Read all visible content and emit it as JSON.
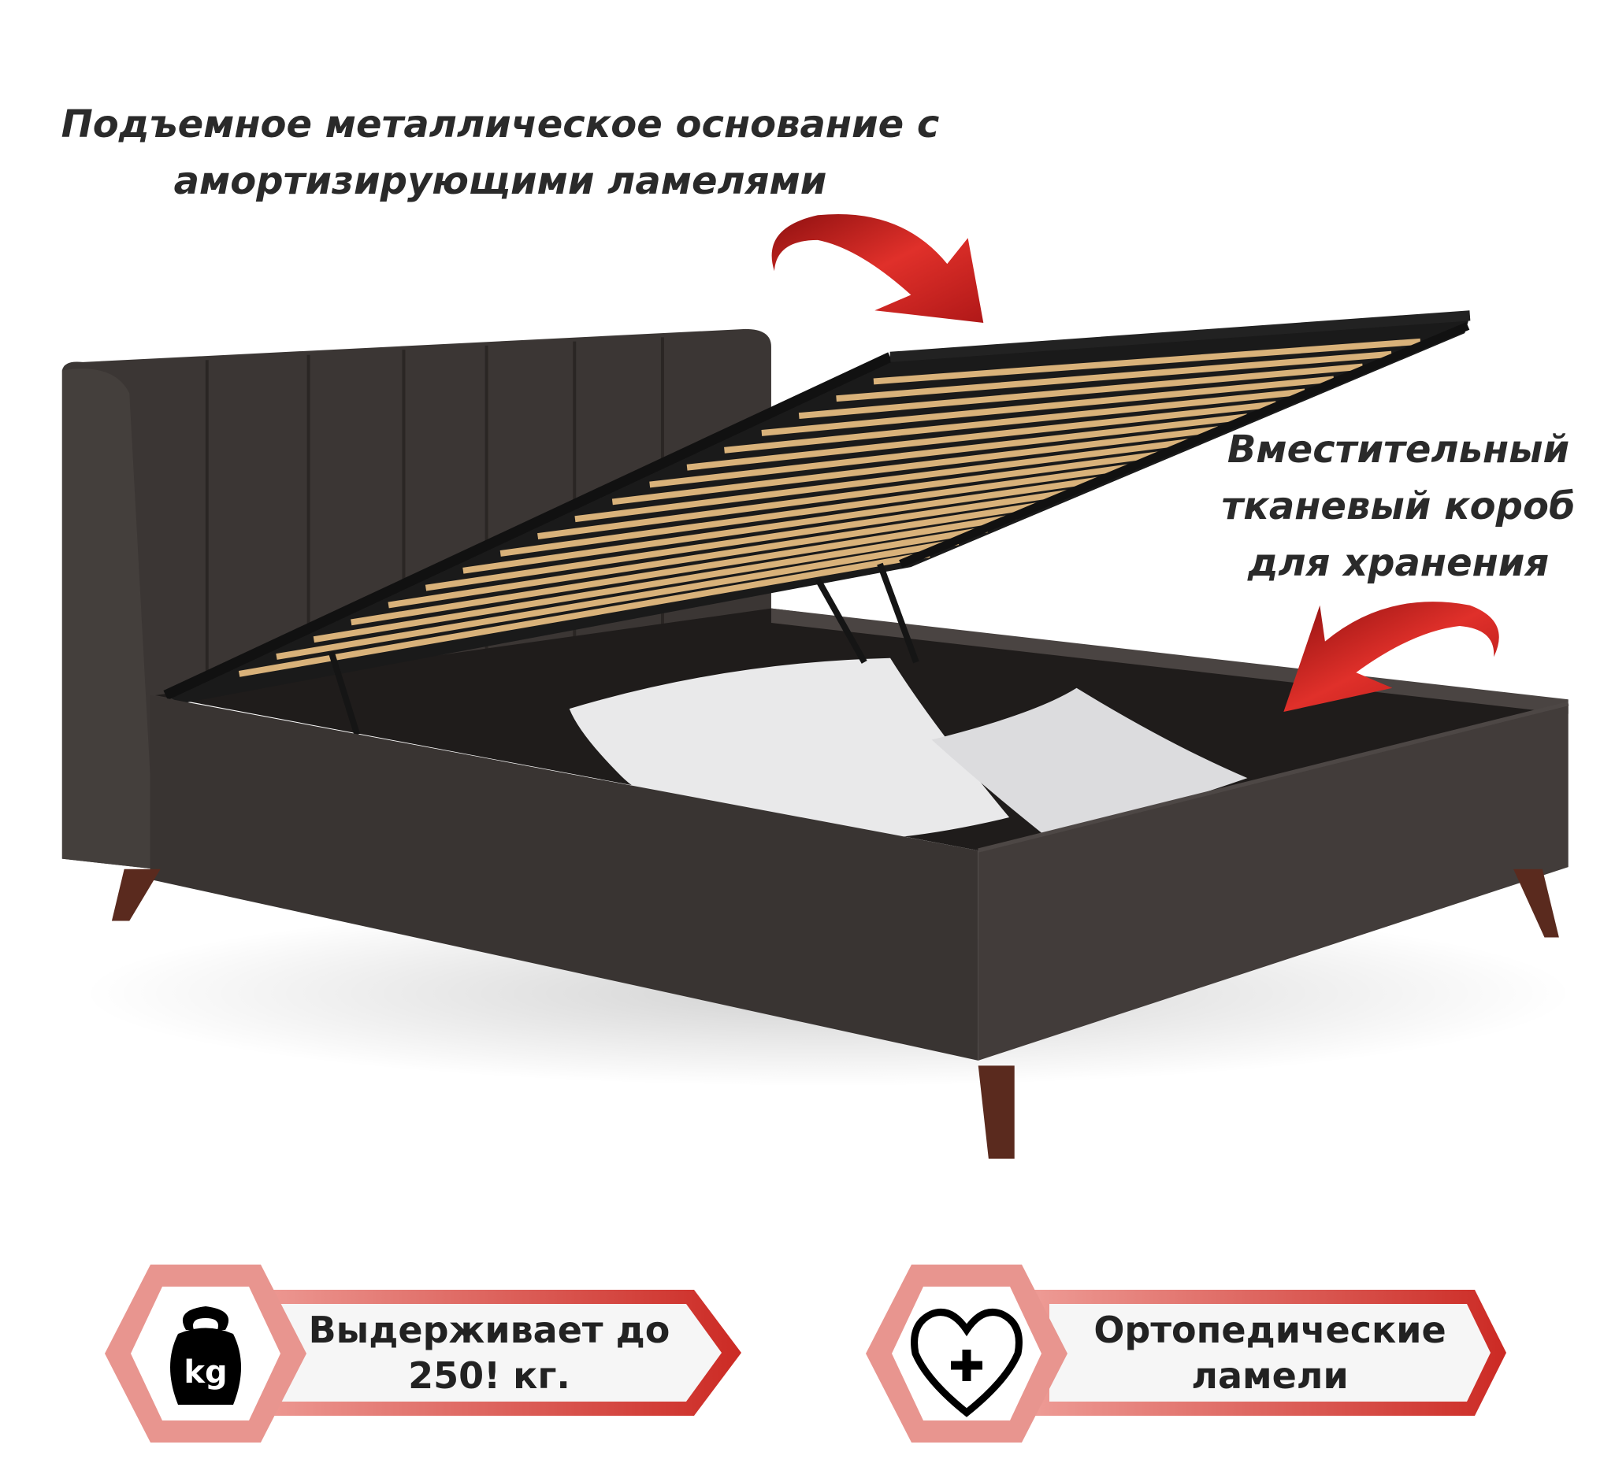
{
  "captions": {
    "top_line1": "Подъемное металлическое основание с",
    "top_line2": "амортизирующими ламелями",
    "right_line1": "Вместительный",
    "right_line2": "тканевый короб",
    "right_line3": "для хранения"
  },
  "badges": [
    {
      "icon": "kettlebell-kg-icon",
      "icon_text": "kg",
      "line1": "Выдерживает до",
      "line2": "250! кг."
    },
    {
      "icon": "heart-plus-icon",
      "line1": "Ортопедические",
      "line2": "ламели"
    }
  ],
  "colors": {
    "accent_red": "#d0302a",
    "badge_pink": "#e8958f",
    "upholstery": "#3a3533",
    "slats": "#d9b27a",
    "legs": "#5a2a1e"
  }
}
